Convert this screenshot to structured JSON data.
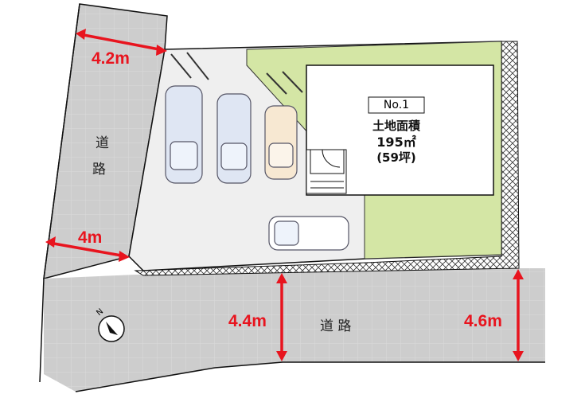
{
  "dimensions": {
    "top_left_road": "4.2m",
    "bottom_left_road": "4m",
    "front_road_left": "4.4m",
    "front_road_right": "4.6m"
  },
  "roads": {
    "left_char1": "道",
    "left_char2": "路",
    "bottom": "道 路"
  },
  "lot": {
    "number": "No.1",
    "area_label": "土地面積",
    "area_sqm": "195㎡",
    "area_tsubo": "(59坪)"
  },
  "compass": {
    "north": "N"
  },
  "colors": {
    "dimension": "#e8141e",
    "road": "#cfcfcf",
    "lot": "#efefef",
    "garden": "#d4e6a5"
  }
}
